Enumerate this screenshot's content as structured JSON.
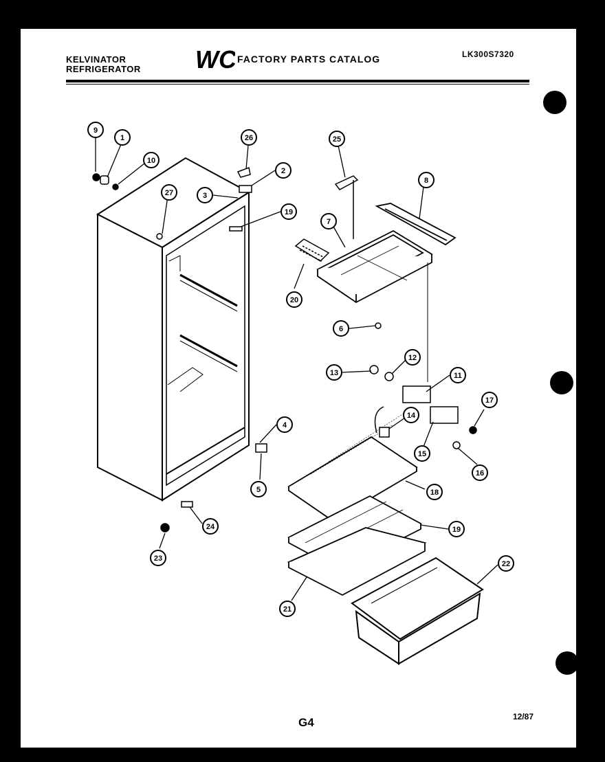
{
  "header": {
    "brand_line1": "KELVINATOR",
    "brand_line2": "REFRIGERATOR",
    "logo_text": "WCI",
    "title": "FACTORY PARTS CATALOG",
    "catalog_code": "LK300S7320"
  },
  "footer": {
    "page": "G4",
    "date": "12/87"
  },
  "callouts": [
    "9",
    "1",
    "10",
    "27",
    "26",
    "2",
    "3",
    "19",
    "25",
    "8",
    "7",
    "20",
    "6",
    "13",
    "12",
    "11",
    "17",
    "14",
    "15",
    "16",
    "4",
    "5",
    "18",
    "19",
    "24",
    "23",
    "22",
    "21"
  ]
}
